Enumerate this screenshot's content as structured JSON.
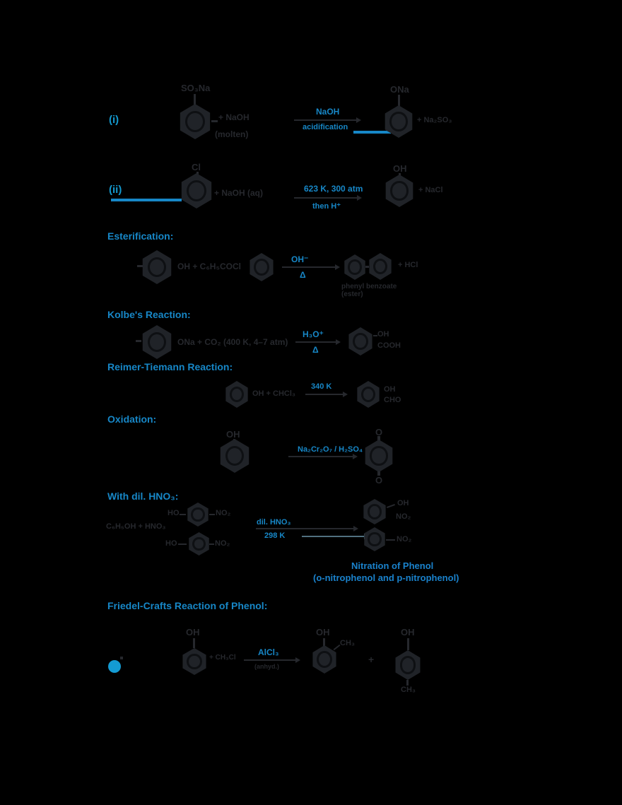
{
  "page": {
    "background": "#000000",
    "ink_color": "#26282d",
    "accent_blue": "#1787c7",
    "bullet_blue": "#149bd3"
  },
  "reactions_top": {
    "r1": {
      "marker": "(i)",
      "reactant": {
        "top_label": "SO₃Na",
        "right_line1": "+ NaOH",
        "right_line2": "(molten)"
      },
      "arrow": {
        "above": "NaOH",
        "below": "acidification"
      },
      "product": {
        "top_label": "ONa",
        "right_label": "+ Na₂SO₃"
      }
    },
    "r2": {
      "marker": "(ii)",
      "reactant": {
        "top_label": "Cl",
        "right_label": "+ NaOH (aq)"
      },
      "arrow": {
        "above": "623 K, 300 atm",
        "below": "then H⁺"
      },
      "product": {
        "top_label": "OH",
        "right_label": "+ NaCl"
      }
    }
  },
  "sections": {
    "esterification": {
      "title": "Esterification:",
      "reactant_text": "OH  +  C₆H₅COCl",
      "arrow": {
        "above": "OH⁻",
        "below": "Δ"
      },
      "product_right": "+ HCl",
      "caption_line1": "phenyl benzoate",
      "caption_line2": "(ester)"
    },
    "kolbe": {
      "title": "Kolbe's Reaction:",
      "reactant_text": "ONa  +  CO₂  (400 K, 4–7 atm)",
      "arrow": {
        "above": "H₃O⁺",
        "below": "Δ"
      },
      "product": {
        "right1": "OH",
        "right2": "COOH"
      }
    },
    "reimer": {
      "title": "Reimer-Tiemann Reaction:",
      "reactant_text": "OH  +  CHCl₃",
      "arrow": {
        "above": "340 K"
      },
      "product": {
        "right1": "OH",
        "right2": "CHO"
      }
    },
    "oxidation": {
      "title": "Oxidation:",
      "reactant_top": "OH",
      "arrow": {
        "above": "Na₂Cr₂O₇ / H₂SO₄"
      },
      "product": {
        "top": "O",
        "bottom": "O"
      }
    },
    "nitration": {
      "title": "With dil. HNO₃:",
      "left_text": "C₆H₅OH + HNO₃",
      "left_a": {
        "l": "HO",
        "r": "NO₂"
      },
      "left_b": {
        "l": "HO",
        "r": "NO₂"
      },
      "arrow": {
        "above": "dil. HNO₃",
        "below": "298 K"
      },
      "right_a": {
        "r1": "OH",
        "r2": "NO₂"
      },
      "right_b": {
        "r1": "NO₂"
      },
      "caption_line1": "Nitration of Phenol",
      "caption_line2": "(o-nitrophenol and p-nitrophenol)"
    },
    "friedel": {
      "title": "Friedel-Crafts Reaction of Phenol:",
      "reactant": {
        "top": "OH",
        "right": "+ CH₃Cl"
      },
      "arrow": {
        "above": "AlCl₃",
        "below": "(anhyd.)"
      },
      "product1": {
        "top": "OH",
        "right": "CH₃"
      },
      "plus": "+",
      "product2": {
        "top": "OH",
        "bottom": "CH₃"
      }
    }
  }
}
